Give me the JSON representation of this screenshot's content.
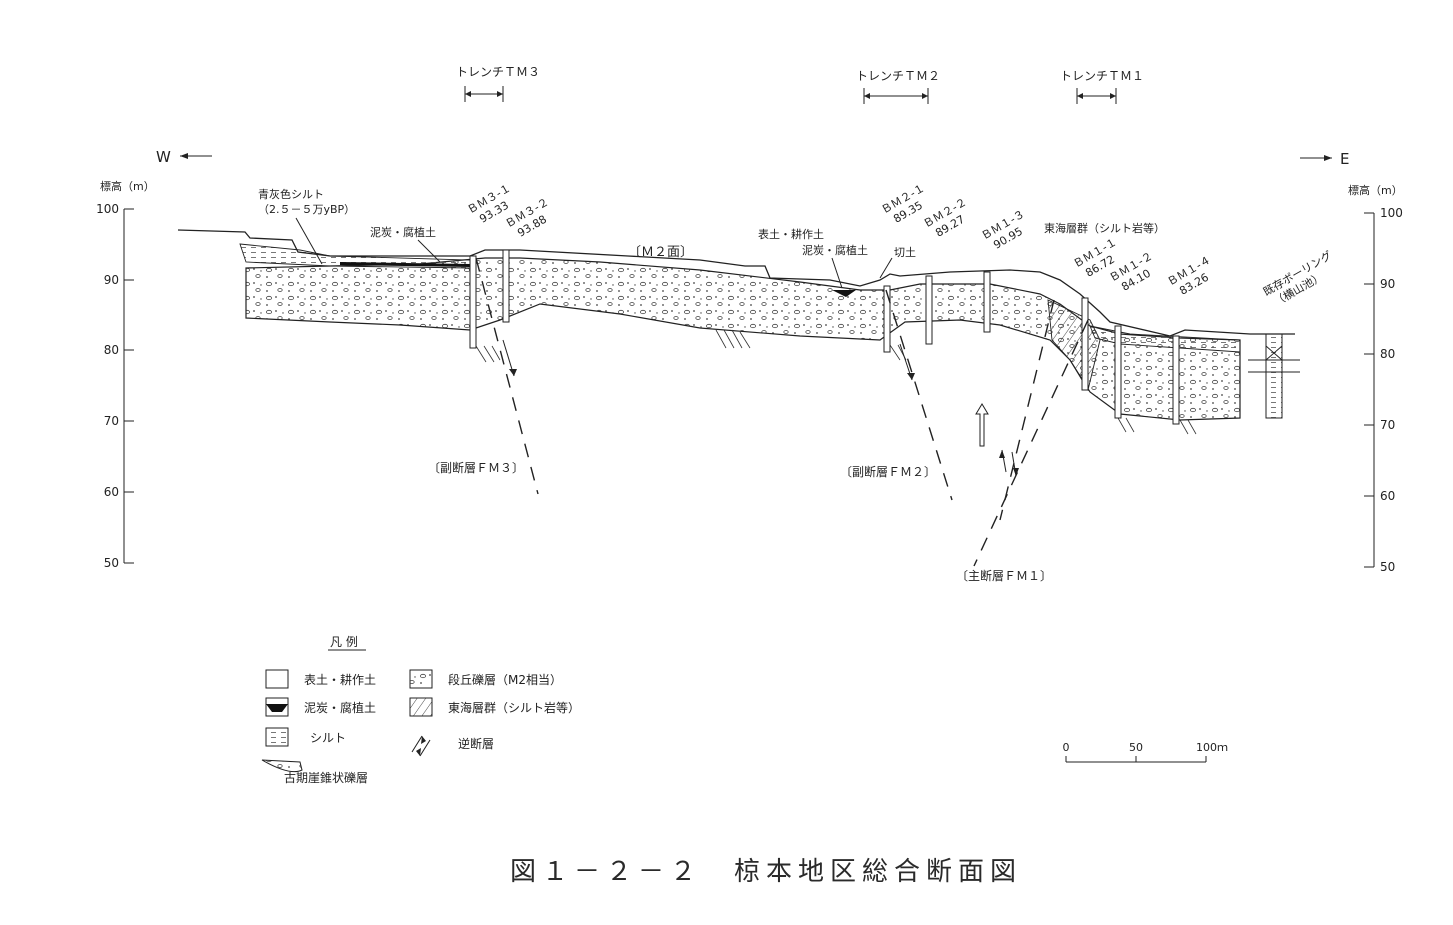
{
  "caption": "図１－２－２　椋本地区総合断面図",
  "direction": {
    "west": "W",
    "east": "E"
  },
  "axis": {
    "label": "標高（m）",
    "ticks": [
      "100",
      "90",
      "80",
      "70",
      "60",
      "50"
    ]
  },
  "trenches": [
    {
      "label": "トレンチＴＭ３"
    },
    {
      "label": "トレンチＴＭ２"
    },
    {
      "label": "トレンチＴＭ１"
    }
  ],
  "boreholes": [
    {
      "name": "ＢＭ３-１",
      "elev": "93.33"
    },
    {
      "name": "ＢＭ３-２",
      "elev": "93.88"
    },
    {
      "name": "ＢＭ２-１",
      "elev": "89.35"
    },
    {
      "name": "ＢＭ２-２",
      "elev": "89.27"
    },
    {
      "name": "ＢＭ１-３",
      "elev": "90.95"
    },
    {
      "name": "ＢＭ１-１",
      "elev": "86.72"
    },
    {
      "name": "ＢＭ１-２",
      "elev": "84.10"
    },
    {
      "name": "ＢＭ１-４",
      "elev": "83.26"
    }
  ],
  "annotations": {
    "silt_note": "青灰色シルト",
    "silt_age": "（2.５－５万yBP）",
    "peat_left": "泥炭・腐植土",
    "m2_surface": "〔Ｍ２面〕",
    "topsoil_mid": "表土・耕作土",
    "peat_mid": "泥炭・腐植土",
    "cut": "切土",
    "tokai": "東海層群（シルト岩等）",
    "existing_boring": "既存ボーリング",
    "existing_boring_loc": "（横山池）"
  },
  "faults": {
    "fm3": "〔副断層ＦＭ３〕",
    "fm2": "〔副断層ＦＭ２〕",
    "fm1": "〔主断層ＦＭ１〕"
  },
  "legend": {
    "title": "凡 例",
    "items": [
      {
        "label": "表土・耕作土"
      },
      {
        "label": "泥炭・腐植土"
      },
      {
        "label": "シルト"
      },
      {
        "label": "古期崖錐状礫層"
      },
      {
        "label": "段丘礫層（M2相当）"
      },
      {
        "label": "東海層群（シルト岩等）"
      },
      {
        "label": "逆断層"
      }
    ]
  },
  "scale_bar": {
    "ticks": [
      "0",
      "50",
      "100ｍ"
    ]
  }
}
